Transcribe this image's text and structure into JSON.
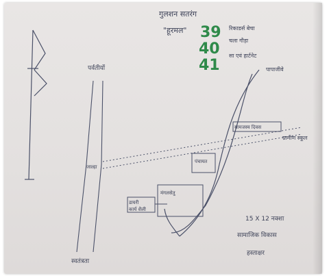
{
  "header": {
    "line1": "गुलशन सतरंग",
    "line2": "\"हूरमल\""
  },
  "scores": [
    "39",
    "40",
    "41"
  ],
  "notes": {
    "top_right": [
      "रिकाडर्स बेचा",
      "चला गौड़ा",
      "सा एवं हार्टनेट",
      "पापाजीवे"
    ],
    "left_label": "पर्वतीयों",
    "bottom_left": "स्वतंत्रता",
    "mid_labels": [
      "जाल्हा",
      "पंचायत"
    ],
    "center_box_top": "सामजस्य दिवस",
    "center_box_mid": "मंगलसेतु",
    "boxes_left": [
      "डायरी",
      "कार्य शैली"
    ],
    "right_caption": "ग्रामीण स्कूल",
    "bottom_right": [
      "15 X 12 नक्शा",
      "सामाजिक विकास",
      "हस्ताक्षर"
    ]
  }
}
